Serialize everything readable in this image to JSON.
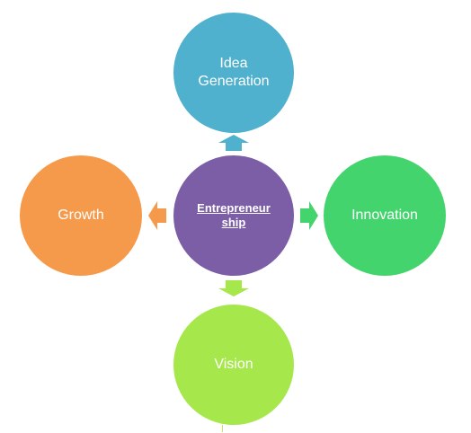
{
  "diagram": {
    "center": {
      "label": "Entrepreneur\nship",
      "color": "#7b5ea6"
    },
    "top": {
      "label": "Idea\nGeneration",
      "color": "#4fb1cd"
    },
    "left": {
      "label": "Growth",
      "color": "#f59a4b"
    },
    "right": {
      "label": "Innovation",
      "color": "#44d46d"
    },
    "bottom": {
      "label": "Vision",
      "color": "#a6e84b"
    }
  }
}
